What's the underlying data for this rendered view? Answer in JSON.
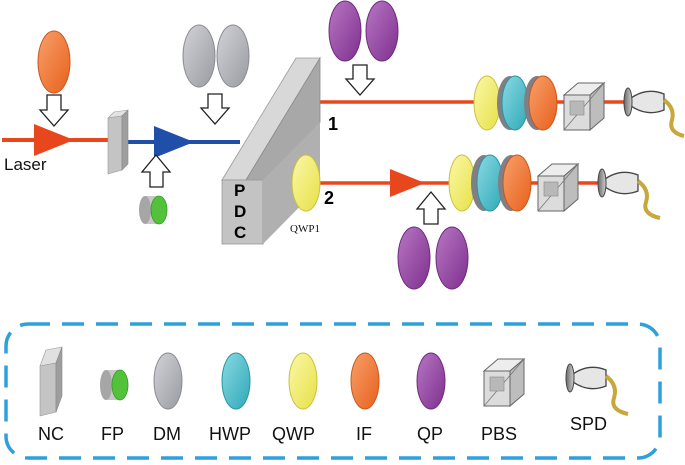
{
  "labels": {
    "laser": "Laser",
    "pdc": [
      "P",
      "D",
      "C"
    ],
    "qwp1": "QWP1",
    "path1": "1",
    "path2": "2"
  },
  "legend": [
    {
      "symbol": "nonlinear-crystal-icon",
      "label": "NC"
    },
    {
      "symbol": "filter-plate-icon",
      "label": "FP"
    },
    {
      "symbol": "dichroic-mirror-icon",
      "label": "DM"
    },
    {
      "symbol": "half-wave-plate-icon",
      "label": "HWP"
    },
    {
      "symbol": "quarter-wave-plate-icon",
      "label": "QWP"
    },
    {
      "symbol": "interference-filter-icon",
      "label": "IF"
    },
    {
      "symbol": "quarter-plate-icon",
      "label": "QP"
    },
    {
      "symbol": "polarizing-beam-splitter-icon",
      "label": "PBS"
    },
    {
      "symbol": "single-photon-detector-icon",
      "label": "SPD"
    }
  ],
  "colors": {
    "beam_red": "#e8471e",
    "beam_blue": "#1f4fa8",
    "if_orange": "#f07a3a",
    "qwp_yellow": "#f2ee6a",
    "hwp_cyan": "#4ec3cf",
    "qp_purple": "#9a4aa8",
    "dm_gray": "#b4b4bc",
    "fp_green": "#52c23a",
    "legend_border": "#2ea0dc"
  }
}
